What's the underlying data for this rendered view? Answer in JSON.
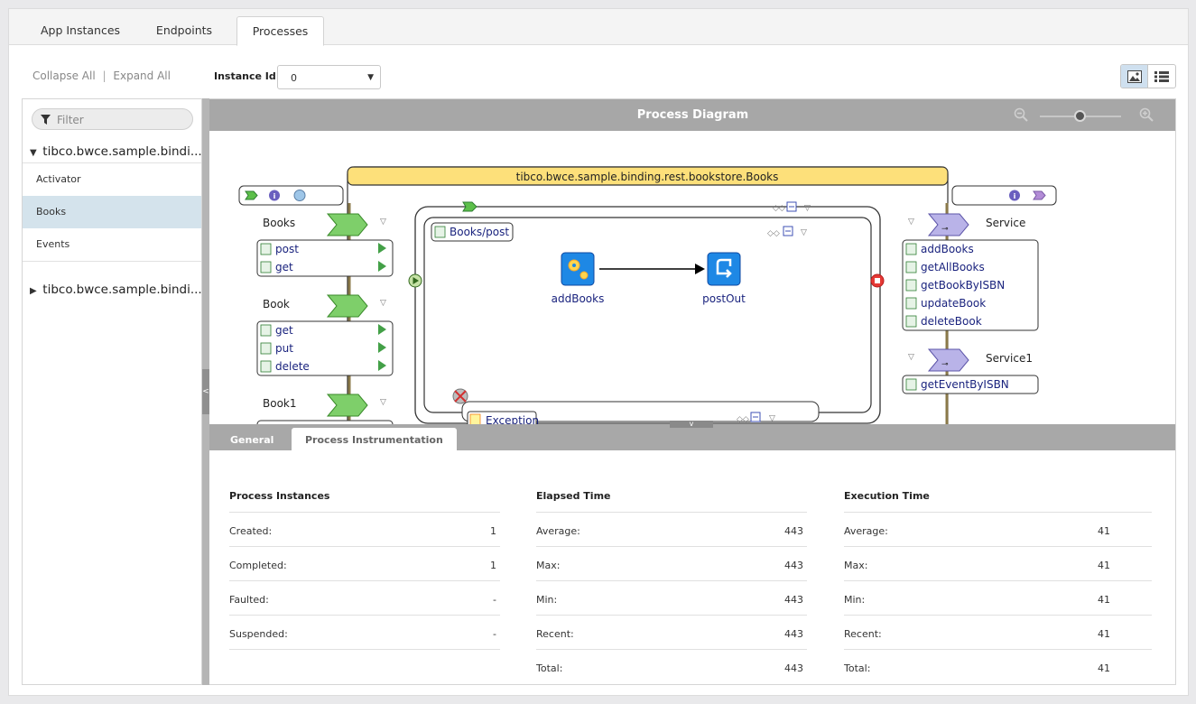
{
  "tabs": [
    {
      "label": "App Instances"
    },
    {
      "label": "Endpoints"
    },
    {
      "label": "Processes"
    }
  ],
  "toolbar": {
    "collapse_all": "Collapse All",
    "separator": "|",
    "expand_all": "Expand All",
    "instance_label": "Instance Id :",
    "instance_value": "0"
  },
  "sidebar": {
    "filter_placeholder": "Filter",
    "tree": [
      {
        "label": "tibco.bwce.sample.bindi...",
        "expanded": true,
        "children": [
          "Activator",
          "Books",
          "Events"
        ]
      },
      {
        "label": "tibco.bwce.sample.bindi...",
        "expanded": false
      }
    ],
    "selected": "Books"
  },
  "diagram": {
    "title": "Process Diagram",
    "component_name": "tibco.bwce.sample.binding.rest.bookstore.Books",
    "left_services": [
      {
        "name": "Books",
        "ops": [
          "post",
          "get"
        ]
      },
      {
        "name": "Book",
        "ops": [
          "get",
          "put",
          "delete"
        ]
      },
      {
        "name": "Book1",
        "ops": []
      }
    ],
    "right_services": [
      {
        "name": "Service",
        "ops": [
          "addBooks",
          "getAllBooks",
          "getBookByISBN",
          "updateBook",
          "deleteBook"
        ]
      },
      {
        "name": "Service1",
        "ops": [
          "getEventByISBN"
        ]
      }
    ],
    "scope_label": "Books/post",
    "activities": [
      {
        "name": "addBooks",
        "icon": "gears-icon"
      },
      {
        "name": "postOut",
        "icon": "reply-icon"
      }
    ],
    "exception_label": "Exception"
  },
  "bottom_tabs": [
    {
      "label": "General"
    },
    {
      "label": "Process Instrumentation"
    }
  ],
  "stats": {
    "process_instances": {
      "header": "Process Instances",
      "rows": [
        {
          "label": "Created:",
          "value": "1"
        },
        {
          "label": "Completed:",
          "value": "1"
        },
        {
          "label": "Faulted:",
          "value": "-"
        },
        {
          "label": "Suspended:",
          "value": "-"
        }
      ]
    },
    "elapsed_time": {
      "header": "Elapsed Time",
      "rows": [
        {
          "label": "Average:",
          "value": "443"
        },
        {
          "label": "Max:",
          "value": "443"
        },
        {
          "label": "Min:",
          "value": "443"
        },
        {
          "label": "Recent:",
          "value": "443"
        },
        {
          "label": "Total:",
          "value": "443"
        }
      ]
    },
    "execution_time": {
      "header": "Execution Time",
      "rows": [
        {
          "label": "Average:",
          "value": "41"
        },
        {
          "label": "Max:",
          "value": "41"
        },
        {
          "label": "Min:",
          "value": "41"
        },
        {
          "label": "Recent:",
          "value": "41"
        },
        {
          "label": "Total:",
          "value": "41"
        }
      ]
    }
  },
  "colors": {
    "accent_selected": "#d4e3ec",
    "header_gray": "#a7a7a7",
    "component_yellow": "#fde07a",
    "service_green": "#7ecf6a",
    "service_purple": "#b9b3e8",
    "activity_blue": "#1e88e5"
  }
}
